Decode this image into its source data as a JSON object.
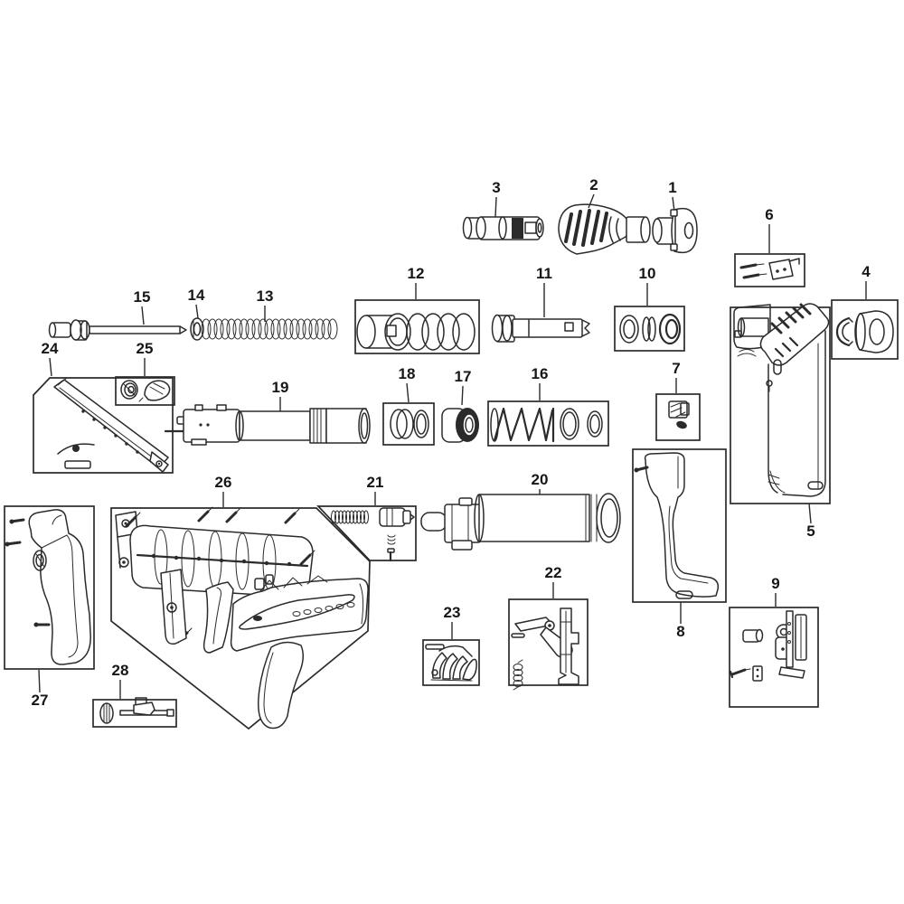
{
  "diagram": {
    "type": "exploded-parts-diagram",
    "background_color": "#ffffff",
    "line_color": "#2b2b2b",
    "part_numbers": [
      "1",
      "2",
      "3",
      "4",
      "5",
      "6",
      "7",
      "8",
      "9",
      "10",
      "11",
      "12",
      "13",
      "14",
      "15",
      "16",
      "17",
      "18",
      "19",
      "20",
      "21",
      "22",
      "23",
      "24",
      "25",
      "26",
      "27",
      "28"
    ]
  }
}
